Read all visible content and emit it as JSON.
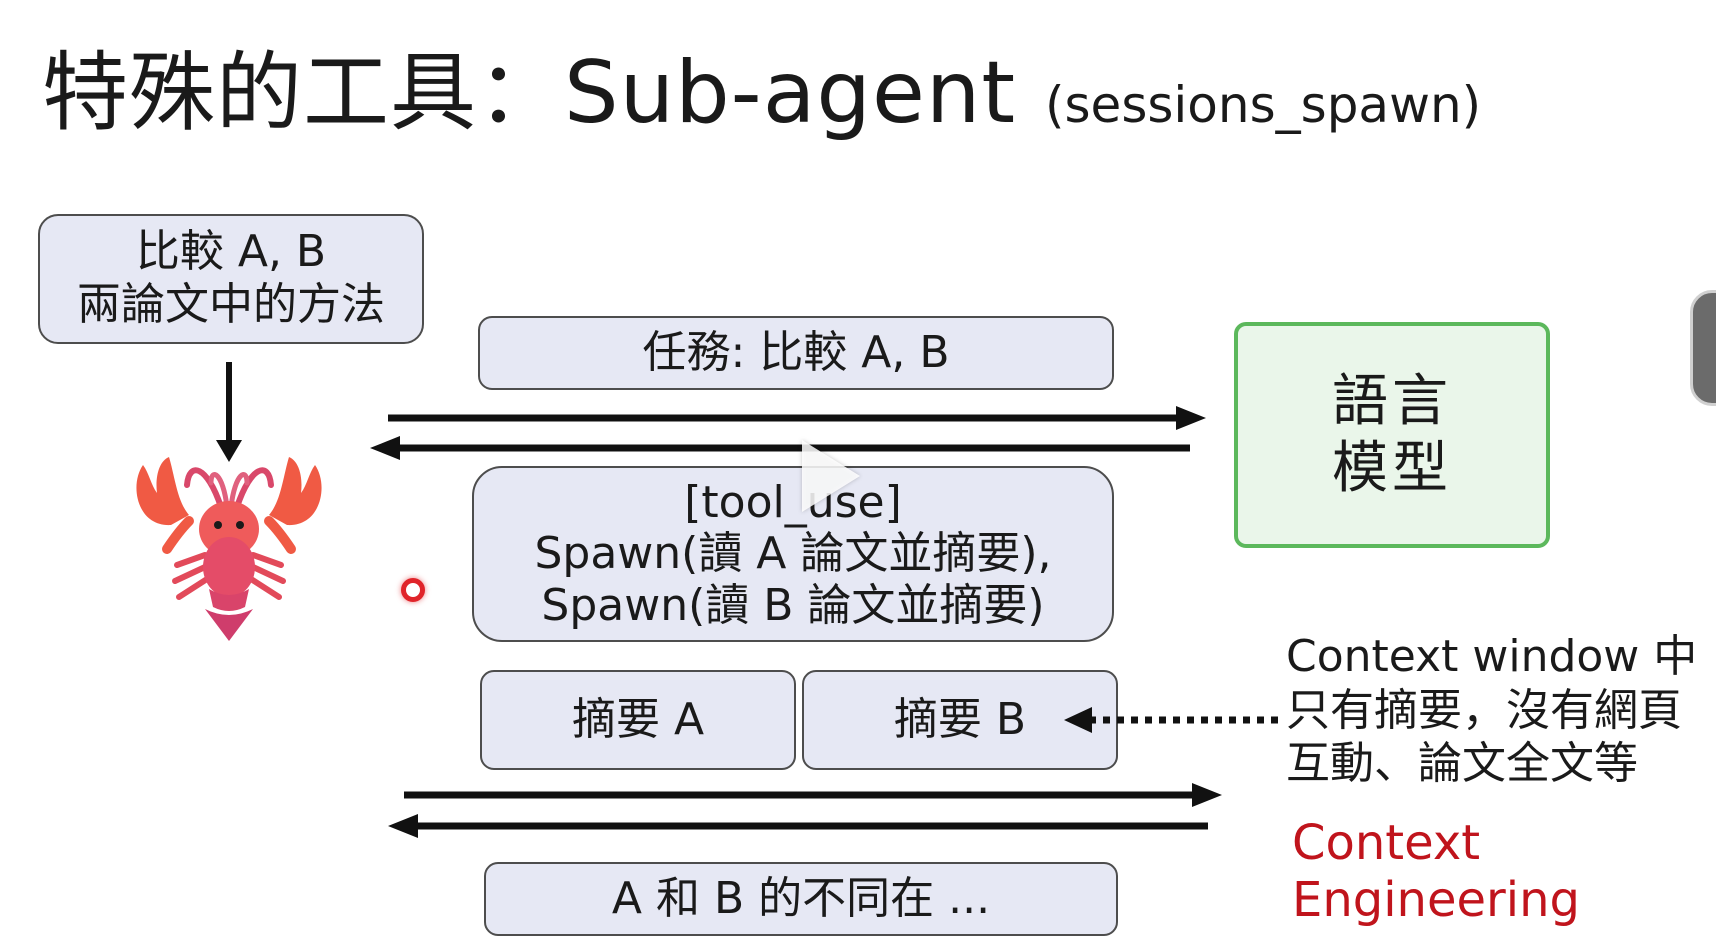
{
  "title": {
    "main": "特殊的工具：Sub-agent",
    "sub": "(sessions_spawn)"
  },
  "user_request": {
    "lines": [
      "比較 A, B",
      "兩論文中的方法"
    ]
  },
  "task_box": {
    "text": "任務: 比較 A, B"
  },
  "language_model": {
    "lines": [
      "語言",
      "模型"
    ]
  },
  "tool_use_box": {
    "lines": [
      "[tool_use]",
      "Spawn(讀 A 論文並摘要),",
      "Spawn(讀 B 論文並摘要)"
    ]
  },
  "summary_a": {
    "text": "摘要 A"
  },
  "summary_b": {
    "text": "摘要 B"
  },
  "result_box": {
    "text": "A 和 B 的不同在 ..."
  },
  "context_note": {
    "lines": [
      "Context window 中",
      "只有摘要，沒有網頁",
      "互動、論文全文等"
    ]
  },
  "context_engineering": {
    "lines": [
      "Context",
      "Engineering"
    ]
  },
  "colors": {
    "box_fill": "#e6e8f4",
    "lm_border": "#5cb85c",
    "accent_red": "#c0141c"
  },
  "icons": {
    "agent": "lobster-icon",
    "play": "play-icon"
  }
}
